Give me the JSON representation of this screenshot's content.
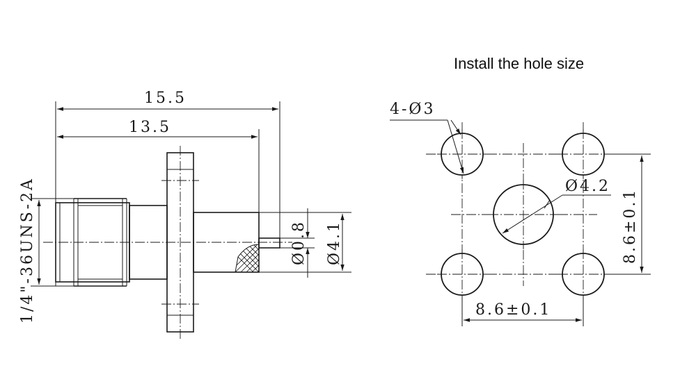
{
  "caption": "Install the hole size",
  "side_view": {
    "dim_overall_length": "15.5",
    "dim_body_length": "13.5",
    "dim_thread": "1/4\"-36UNS-2A",
    "dim_pin_diameter": "Ø0.8",
    "dim_insulator_diameter": "Ø4.1"
  },
  "hole_pattern": {
    "dim_mounting_holes": "4-Ø3",
    "dim_center_hole": "Ø4.2",
    "dim_horizontal_spacing": "8.6±0.1",
    "dim_vertical_spacing": "8.6±0.1"
  }
}
